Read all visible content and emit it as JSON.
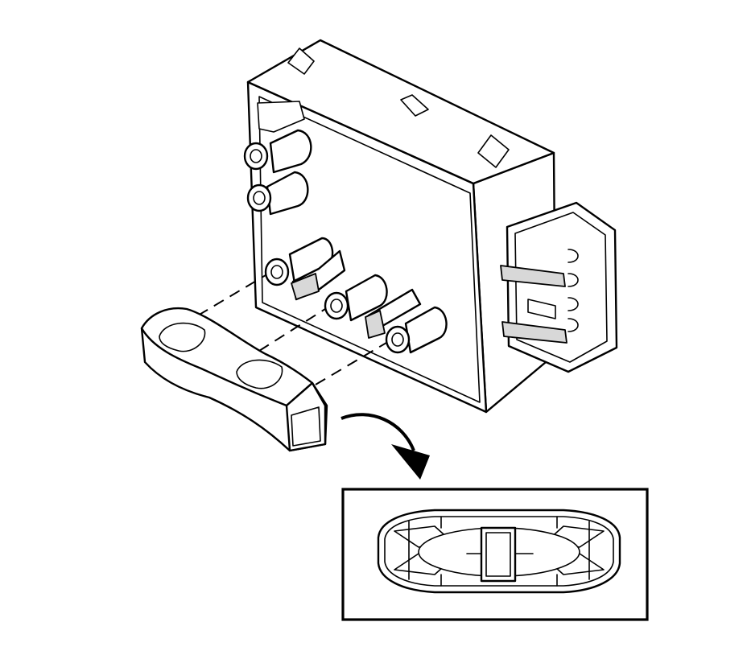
{
  "figure": {
    "alt_description": "",
    "parts": [
      {
        "name": "control-module",
        "icon": "module-housing-icon"
      },
      {
        "name": "terminal-position-assurance-clip",
        "icon": "clip-icon"
      },
      {
        "name": "clip-end-view-inset",
        "icon": "inset-detail-icon"
      }
    ]
  }
}
